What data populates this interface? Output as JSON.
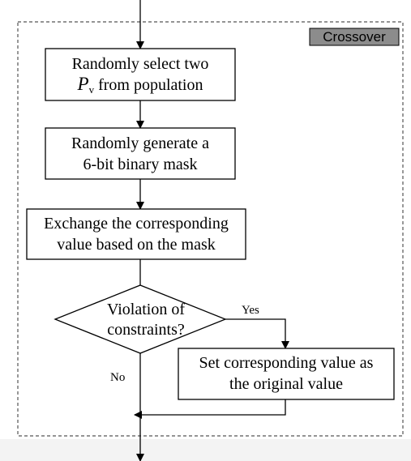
{
  "stage_label": "Crossover",
  "steps": {
    "select": {
      "line1": "Randomly select two",
      "symbol": "P",
      "subscript": "v",
      "line2_rest": " from population"
    },
    "mask": {
      "line1": "Randomly generate a",
      "line2": "6-bit binary mask"
    },
    "exchange": {
      "line1": "Exchange the corresponding",
      "line2": "value based on the mask"
    },
    "decision": {
      "line1": "Violation of",
      "line2": "constraints?",
      "yes_label": "Yes",
      "no_label": "No"
    },
    "set_value": {
      "line1": "Set corresponding value as",
      "line2": "the original value"
    }
  },
  "colors": {
    "stage_label_fill": "#8c8c8c",
    "line": "#000000",
    "box_fill": "#ffffff",
    "frame": "#555555",
    "bottom_band": "#f3f3f3"
  }
}
